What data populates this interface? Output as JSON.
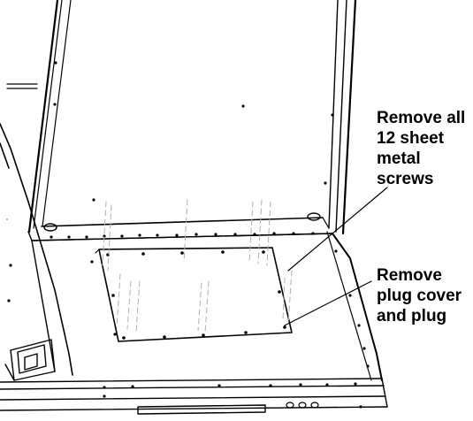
{
  "callouts": {
    "screws": [
      "Remove all",
      "12 sheet",
      "metal",
      "screws"
    ],
    "plug": [
      "Remove",
      "plug cover",
      "and plug"
    ]
  },
  "colors": {
    "line": "#000000",
    "background": "#ffffff",
    "hatch": "#b0b0b0"
  }
}
